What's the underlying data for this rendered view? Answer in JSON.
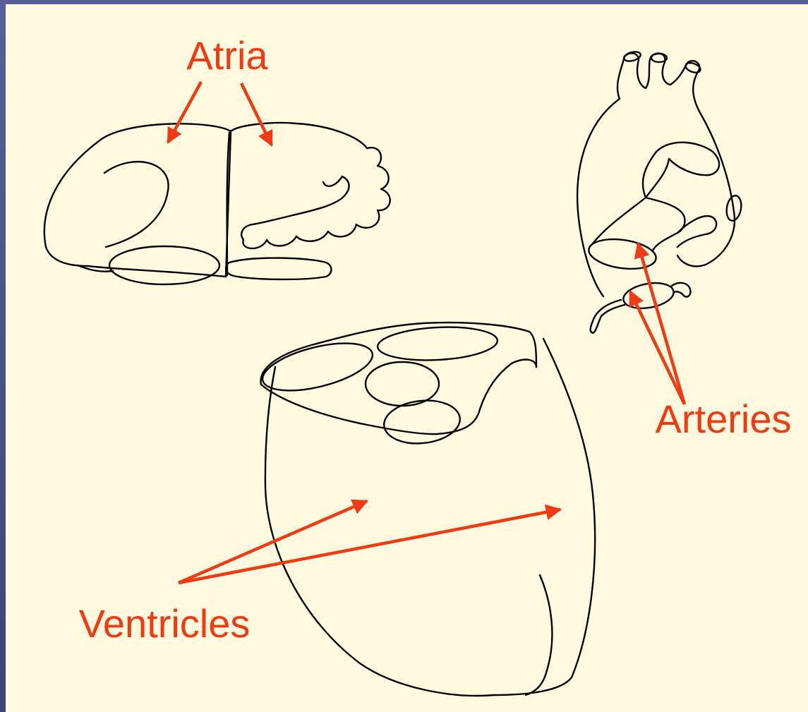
{
  "labels": {
    "atria": "Atria",
    "arteries": "Arteries",
    "ventricles": "Ventricles"
  },
  "colors": {
    "background": "#fffadf",
    "frame": "#4a4e86",
    "label": "#f03a12",
    "outline": "#000000"
  }
}
